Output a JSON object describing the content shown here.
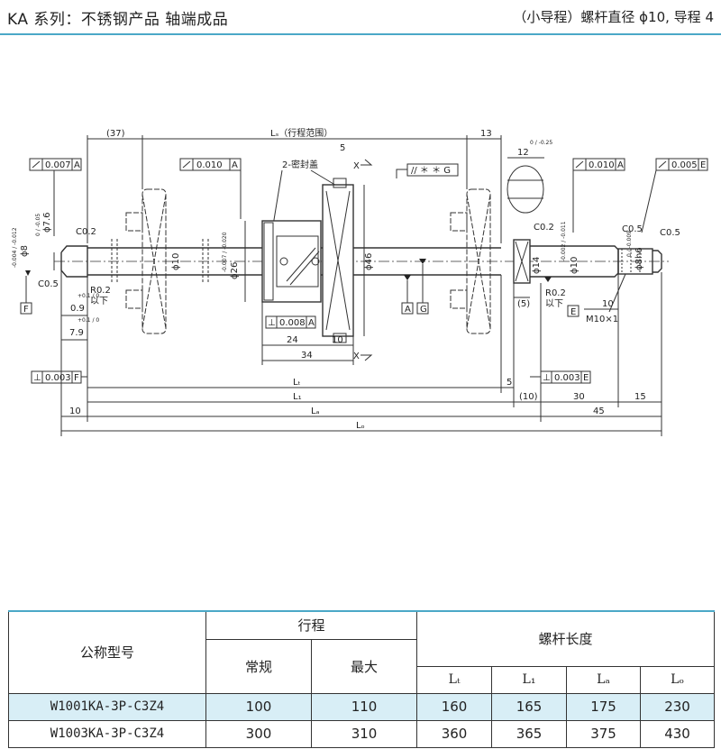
{
  "header": {
    "title": "KA 系列：不锈钢产品 轴端成品",
    "spec": "（小导程）螺杆直径 ϕ10, 导程 4"
  },
  "drawing": {
    "dims": {
      "d37": "(37)",
      "ls": "Lₛ（行程范围）",
      "d13": "13",
      "d12": "12",
      "tol12": "0 / -0.25",
      "tol_a_left": "0.007",
      "datum_a": "A",
      "tol_a_mid": "0.010",
      "seal_label": "2-密封盖",
      "d5_top": "5",
      "sym_x": "X",
      "par_tol": "// ＊ ＊ G",
      "tol_a_right": "0.010",
      "tol_e_right": "0.005",
      "datum_e": "E",
      "phi7_6": "ϕ7.6",
      "tol_phi7": "0 / -0.05",
      "phi8": "ϕ8",
      "tol_phi8": "-0.004 / -0.012",
      "c02_left": "C0.2",
      "c05_left": "C0.5",
      "r02_left": "R0.2",
      "yixia_left": "以下",
      "d0_9": "0.9",
      "tol0_9": "+0.1 / 0",
      "d7_9": "7.9",
      "tol7_9": "+0.1 / 0",
      "datum_f": "F",
      "phi10_left": "ϕ10",
      "phi26": "ϕ26",
      "tol_phi26": "-0.007 / -0.020",
      "phi46": "ϕ46",
      "perp_tol_mid": "0.008",
      "d24": "24",
      "d10_mid": "10",
      "d34": "34",
      "datum_g": "G",
      "c02_right": "C0.2",
      "phi14": "ϕ14",
      "phi10_right": "ϕ10",
      "tol_phi10r": "-0.002 / -0.011",
      "c05_right1": "C0.5",
      "c05_right2": "C0.5",
      "phi8h6": "ϕ8h6",
      "tol_h6": "0 / -0.009",
      "d5_paren": "(5)",
      "r02_right": "R0.2",
      "yixia_right": "以下",
      "d10_right": "10",
      "m10": "M10×1",
      "perp_f": "0.003",
      "perp_e": "0.003",
      "lt": "Lₜ",
      "d5_bottom": "5",
      "d10_paren": "(10)",
      "d30": "30",
      "d15": "15",
      "l1": "L₁",
      "d10_bottom": "10",
      "la": "Lₐ",
      "d45": "45",
      "lo": "Lₒ"
    }
  },
  "table": {
    "model_header": "公称型号",
    "stroke_header": "行程",
    "length_header": "螺杆长度",
    "normal_header": "常规",
    "max_header": "最大",
    "l_headers": [
      "Lₜ",
      "L₁",
      "Lₐ",
      "Lₒ"
    ],
    "rows": [
      {
        "model": "W1001KA-3P-C3Z4",
        "normal": "100",
        "max": "110",
        "lt": "160",
        "l1": "165",
        "la": "175",
        "lo": "230"
      },
      {
        "model": "W1003KA-3P-C3Z4",
        "normal": "300",
        "max": "310",
        "lt": "360",
        "l1": "365",
        "la": "375",
        "lo": "430"
      }
    ]
  }
}
